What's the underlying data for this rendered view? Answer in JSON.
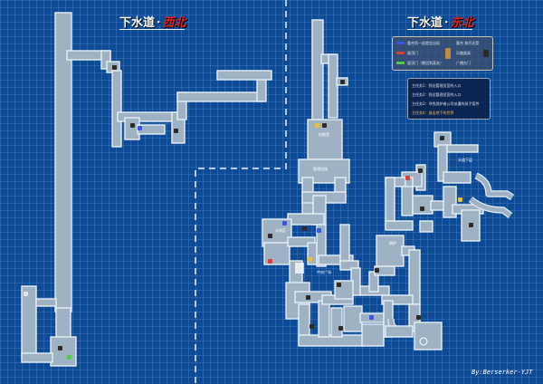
{
  "map_left": {
    "main": "下水道",
    "sub": "西北"
  },
  "map_right": {
    "main": "下水道",
    "sub": "东北"
  },
  "legend_top": {
    "rows": [
      {
        "color": "#3b56d6",
        "text": "重合到一起就会出现",
        "text2": "重合 按开还是"
      },
      {
        "color": "#d64040",
        "text": "屋顶门",
        "text2": "乐趣道具"
      },
      {
        "color": "#58c84a",
        "text": "屋顶门（需回到某处）",
        "text2": "广播台门"
      }
    ]
  },
  "legend_tasks": [
    {
      "text": "主任务1：到达管理员室的入口",
      "gold": false
    },
    {
      "text": "主任务2：到达管理员室的入口",
      "gold": false
    },
    {
      "text": "主任务3：寻找保护者公司派遣的孩子案件",
      "gold": false
    },
    {
      "text": "主任务4：逃出地下的世界",
      "gold": true
    }
  ],
  "labels": {
    "control_room": "控制室",
    "management_area": "管理设施",
    "east_underground": "水道下层",
    "boiler": "锅炉",
    "area_south": "水库区",
    "area_mid": "中央广场"
  },
  "credit": "By:Berserker-YJT",
  "colors": {
    "background": "#0e4b96",
    "corridor": "#9fb2c4",
    "corridor_edge": "#e6eef6",
    "divider": "#b8c8dc",
    "title_sub": "#e0201a",
    "door_blue": "#3b56d6",
    "door_red": "#d64040",
    "door_green": "#58c84a",
    "item_yellow": "#e8c040"
  },
  "icons": [
    "door-blue-icon",
    "door-red-icon",
    "door-green-icon",
    "item-icon",
    "save-point-icon",
    "exit-icon"
  ]
}
